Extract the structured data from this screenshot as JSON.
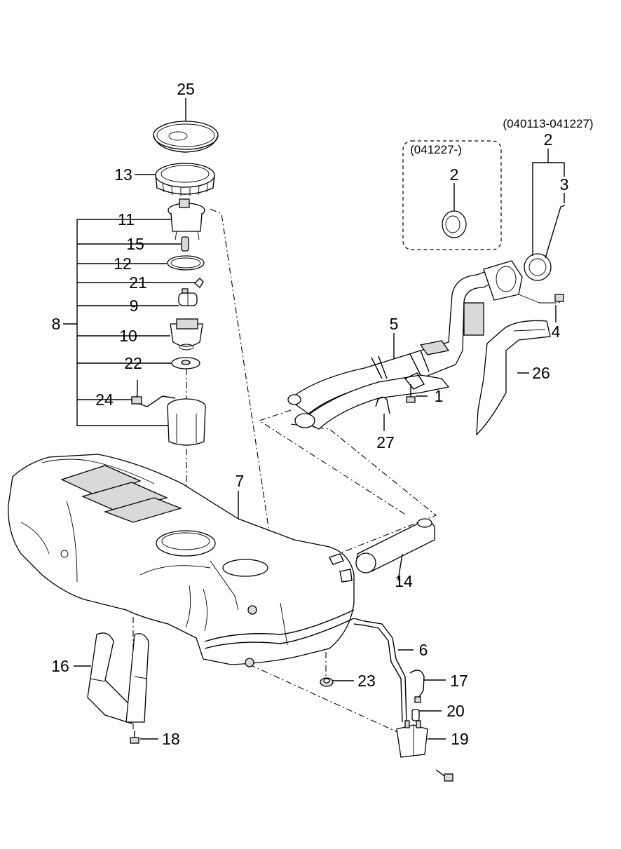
{
  "diagram": {
    "callouts": [
      {
        "id": "c25",
        "text": "25"
      },
      {
        "id": "c13",
        "text": "13"
      },
      {
        "id": "c11",
        "text": "11"
      },
      {
        "id": "c15",
        "text": "15"
      },
      {
        "id": "c12",
        "text": "12"
      },
      {
        "id": "c21",
        "text": "21"
      },
      {
        "id": "c9",
        "text": "9"
      },
      {
        "id": "c8",
        "text": "8"
      },
      {
        "id": "c10",
        "text": "10"
      },
      {
        "id": "c22",
        "text": "22"
      },
      {
        "id": "c24",
        "text": "24"
      },
      {
        "id": "c7",
        "text": "7"
      },
      {
        "id": "c5",
        "text": "5"
      },
      {
        "id": "c1",
        "text": "1"
      },
      {
        "id": "c27",
        "text": "27"
      },
      {
        "id": "c26",
        "text": "26"
      },
      {
        "id": "c4",
        "text": "4"
      },
      {
        "id": "c3",
        "text": "3"
      },
      {
        "id": "c2a",
        "text": "2"
      },
      {
        "id": "c2b",
        "text": "2"
      },
      {
        "id": "c14",
        "text": "14"
      },
      {
        "id": "c6",
        "text": "6"
      },
      {
        "id": "c16",
        "text": "16"
      },
      {
        "id": "c23",
        "text": "23"
      },
      {
        "id": "c17",
        "text": "17"
      },
      {
        "id": "c20",
        "text": "20"
      },
      {
        "id": "c19",
        "text": "19"
      },
      {
        "id": "c18",
        "text": "18"
      }
    ],
    "notes": {
      "date_range_old": "(040113-041227)",
      "date_range_new": "(041227-)"
    }
  }
}
